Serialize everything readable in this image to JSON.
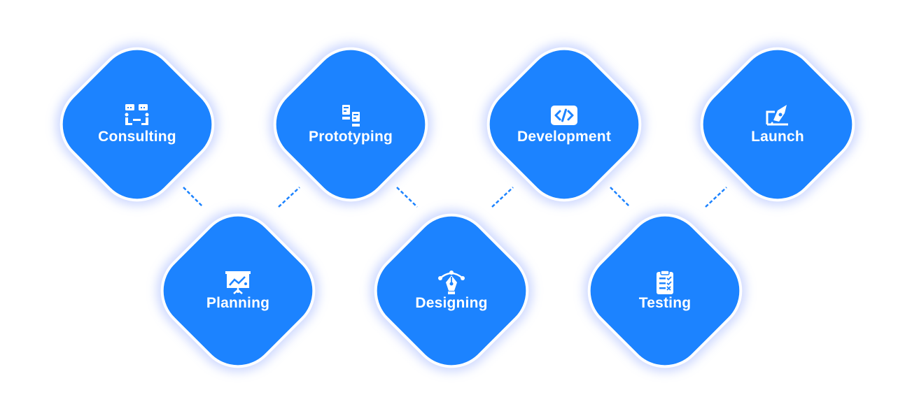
{
  "colors": {
    "node_fill": "#1c83ff",
    "node_border": "#ffffff",
    "connector": "#1c83ff",
    "label": "#ffffff"
  },
  "steps": [
    {
      "label": "Consulting",
      "icon": "consulting-icon"
    },
    {
      "label": "Planning",
      "icon": "planning-icon"
    },
    {
      "label": "Prototyping",
      "icon": "prototyping-icon"
    },
    {
      "label": "Designing",
      "icon": "designing-icon"
    },
    {
      "label": "Development",
      "icon": "development-icon"
    },
    {
      "label": "Testing",
      "icon": "testing-icon"
    },
    {
      "label": "Launch",
      "icon": "launch-icon"
    }
  ]
}
